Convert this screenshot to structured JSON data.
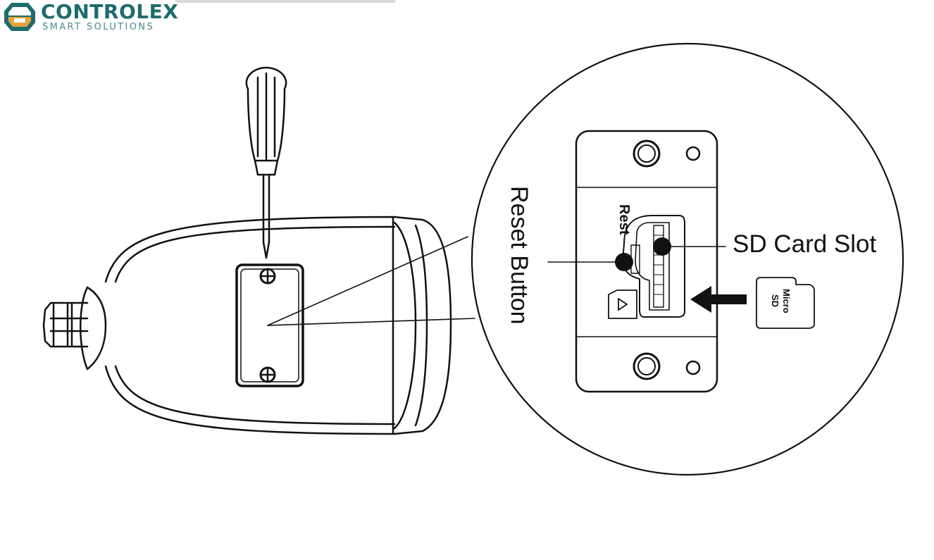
{
  "logo": {
    "name": "CONTROLEX",
    "tagline": "SMART SOLUTIONS",
    "color": "#1f6b6d",
    "accent": "#e8a33a"
  },
  "labels": {
    "reset_button": "Reset Button",
    "sd_card_slot": "SD Card Slot",
    "micro_sd_top": "Micro",
    "micro_sd_bottom": "SD",
    "rest_marking": "Rest"
  }
}
